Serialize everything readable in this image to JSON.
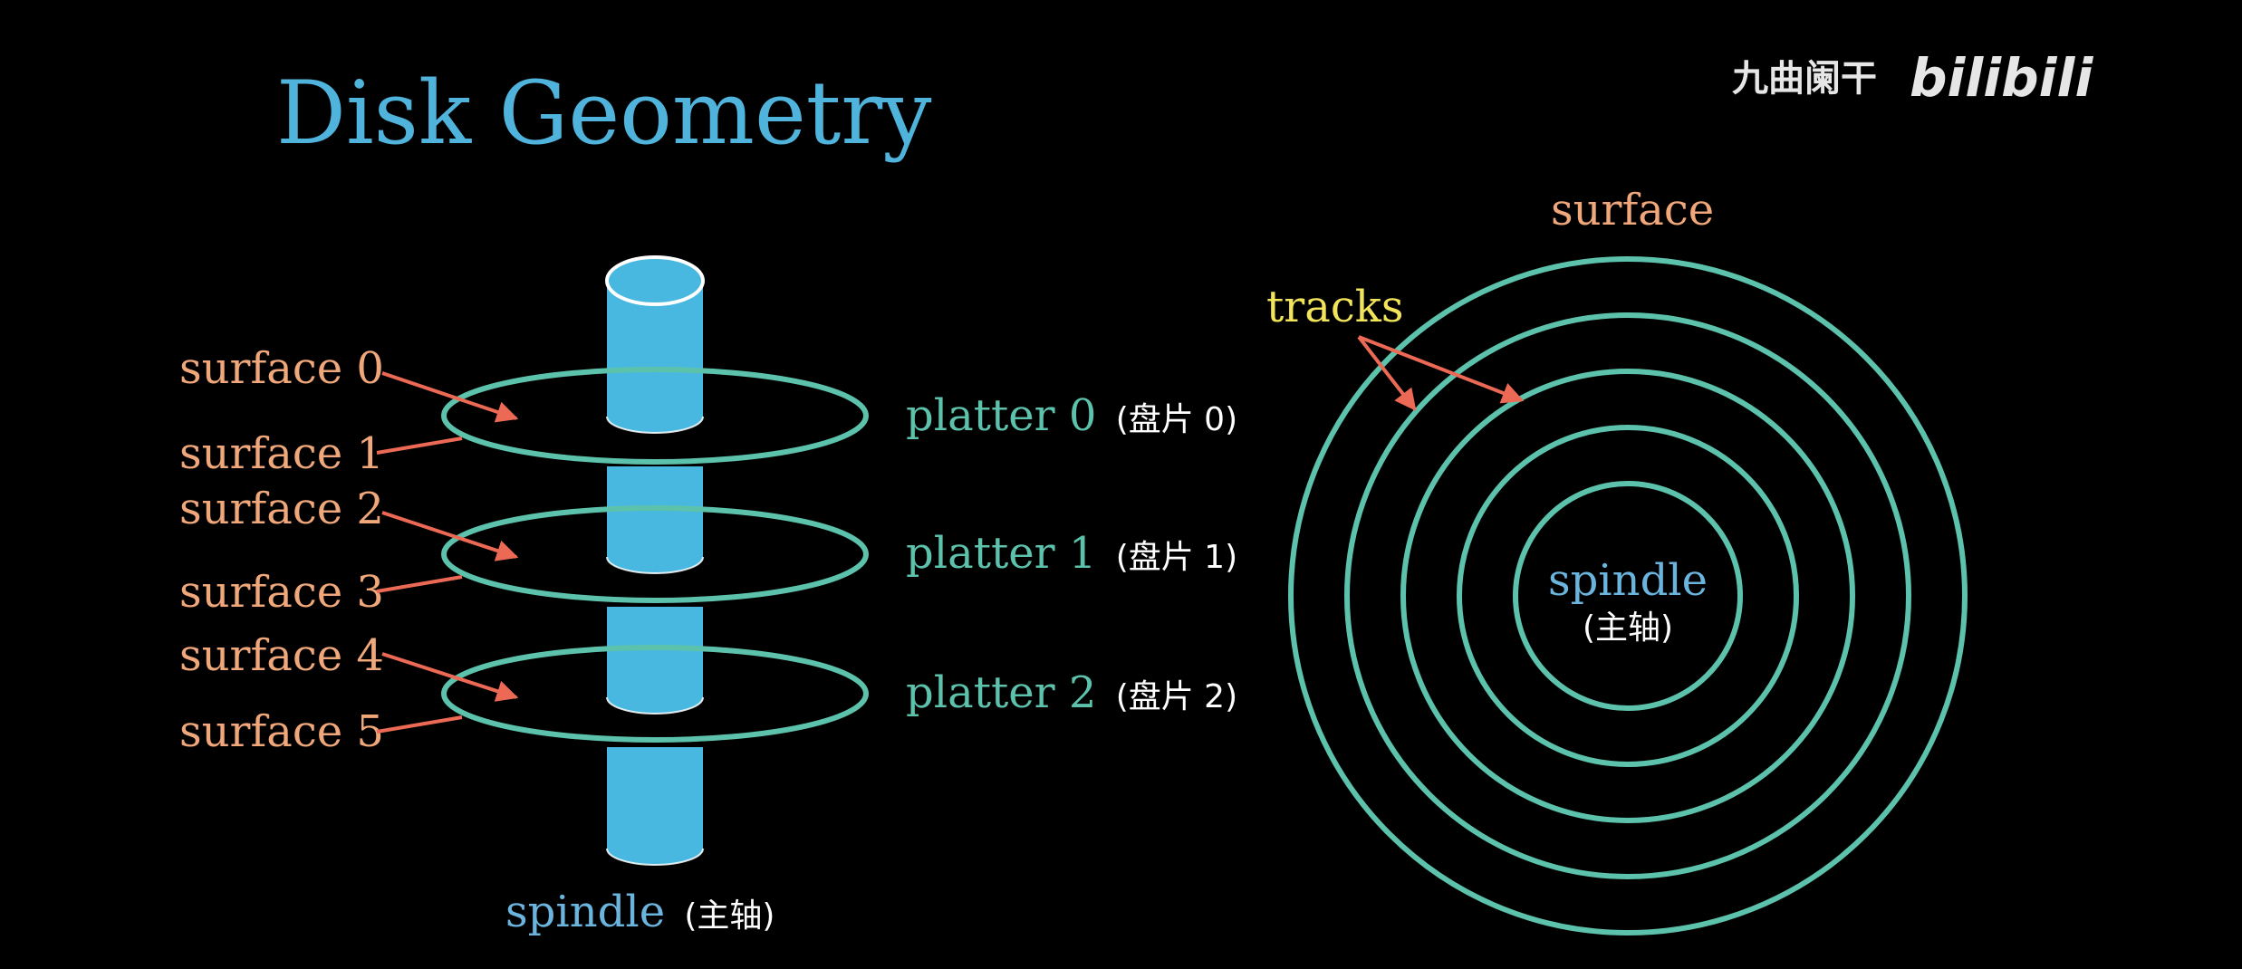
{
  "title": "Disk Geometry",
  "watermark": {
    "channel": "九曲阑干",
    "logo": "bilibili"
  },
  "colors": {
    "background": "#000000",
    "title": "#4fb3dc",
    "spindle": "#48b8e0",
    "platter": "#5cc2ac",
    "surface_label": "#f0a77a",
    "arrow": "#ec6a55",
    "tracks_label": "#f2e45a",
    "cn_text": "#ffffff",
    "watermark": "#e6e6e6"
  },
  "left_diagram": {
    "surfaces": [
      "surface 0",
      "surface 1",
      "surface 2",
      "surface 3",
      "surface 4",
      "surface 5"
    ],
    "platters": [
      {
        "label": "platter 0",
        "cn": "(盘片 0)"
      },
      {
        "label": "platter 1",
        "cn": "(盘片 1)"
      },
      {
        "label": "platter 2",
        "cn": "(盘片 2)"
      }
    ],
    "spindle": {
      "label": "spindle",
      "cn": "(主轴)"
    }
  },
  "right_diagram": {
    "surface_label": "surface",
    "tracks_label": "tracks",
    "track_count": 5,
    "spindle": {
      "label": "spindle",
      "cn": "(主轴)"
    }
  }
}
